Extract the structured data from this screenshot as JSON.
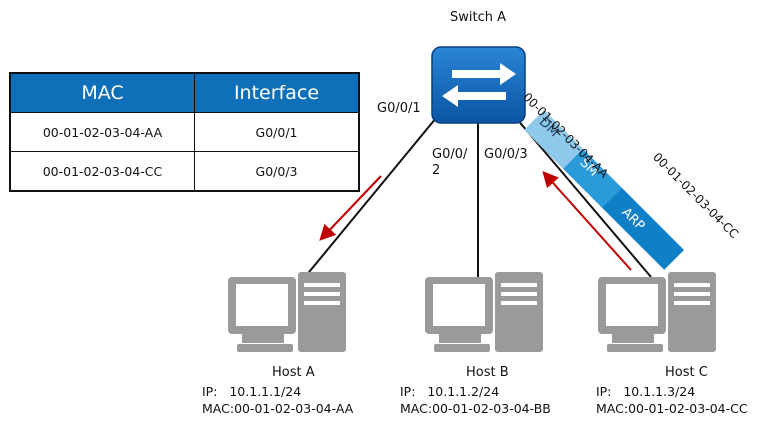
{
  "switch": {
    "name": "Switch A"
  },
  "ports": {
    "p1": "G0/0/1",
    "p2_line1": "G0/0/",
    "p2_line2": "2",
    "p3": "G0/0/3"
  },
  "mac_table": {
    "headers": [
      "MAC",
      "Interface"
    ],
    "rows": [
      [
        "00-01-02-03-04-AA",
        "G0/0/1"
      ],
      [
        "00-01-02-03-04-CC",
        "G0/0/3"
      ]
    ]
  },
  "frame": {
    "fields": [
      "DM",
      "SM",
      "ARP"
    ],
    "dm_value": "00-01-02-03-04-AA",
    "sm_value": "00-01-02-03-04-CC"
  },
  "hosts": [
    {
      "name": "Host A",
      "ip_label": "IP:",
      "ip": "10.1.1.1/24",
      "mac_label": "MAC:",
      "mac": "00-01-02-03-04-AA"
    },
    {
      "name": "Host B",
      "ip_label": "IP:",
      "ip": "10.1.1.2/24",
      "mac_label": "MAC:",
      "mac": "00-01-02-03-04-BB"
    },
    {
      "name": "Host C",
      "ip_label": "IP:",
      "ip": "10.1.1.3/24",
      "mac_label": "MAC:",
      "mac": "00-01-02-03-04-CC"
    }
  ],
  "colors": {
    "switch_fill": "#0d63b5",
    "dm_fill": "#8ec8ea",
    "sm_fill": "#2a9ad8",
    "arp_fill": "#0f7fc7",
    "arrow": "#c00000",
    "table_header": "#0f6fb8",
    "host_gray": "#9a9a9a"
  }
}
